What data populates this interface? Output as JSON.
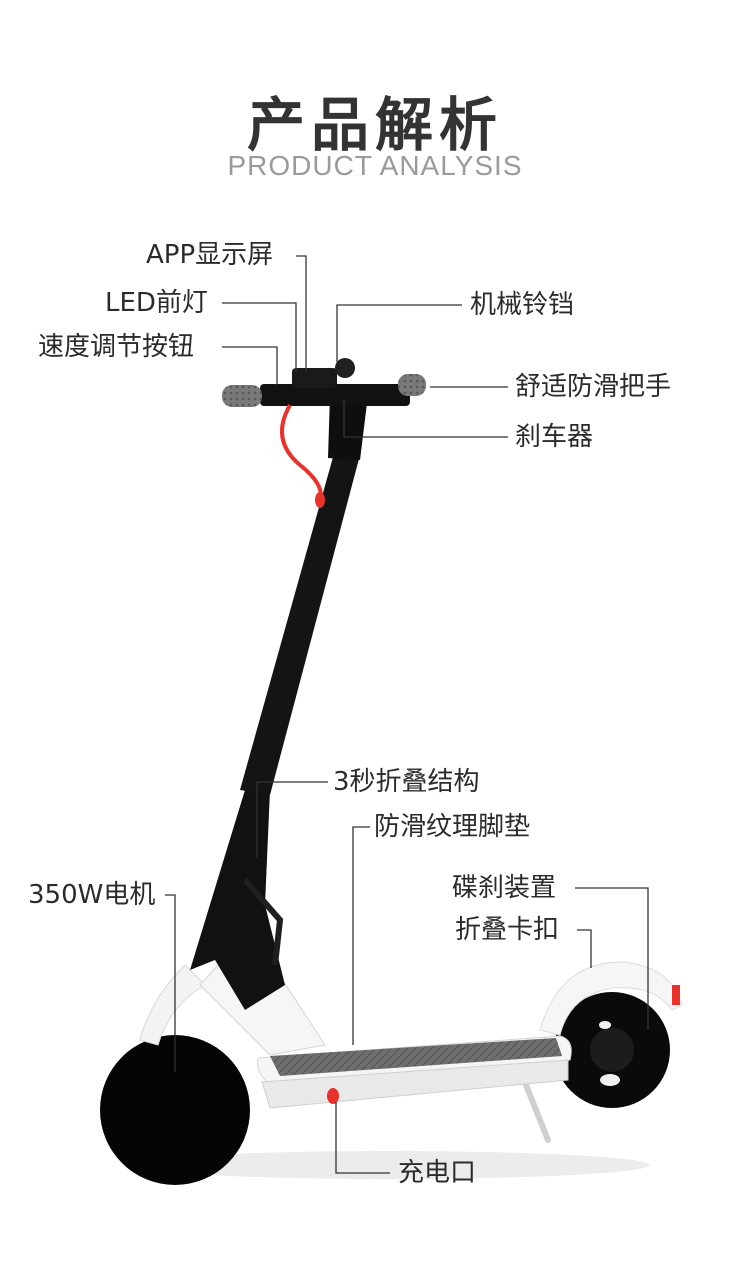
{
  "header": {
    "title": "产品解析",
    "subtitle": "PRODUCT ANALYSIS"
  },
  "labels": {
    "app_display": "APP显示屏",
    "led_light": "LED前灯",
    "speed_button": "速度调节按钮",
    "bell": "机械铃铛",
    "grips": "舒适防滑把手",
    "brake_lever": "刹车器",
    "fold_structure": "3秒折叠结构",
    "deck_mat": "防滑纹理脚垫",
    "motor": "350W电机",
    "disc_brake": "碟刹装置",
    "fold_buckle": "折叠卡扣",
    "charge_port": "充电口"
  },
  "colors": {
    "title": "#333333",
    "subtitle": "#9a9a9a",
    "callout_line": "#333333",
    "scooter_body": "#111111",
    "scooter_white": "#f4f4f4",
    "accent_red": "#e8322b"
  }
}
